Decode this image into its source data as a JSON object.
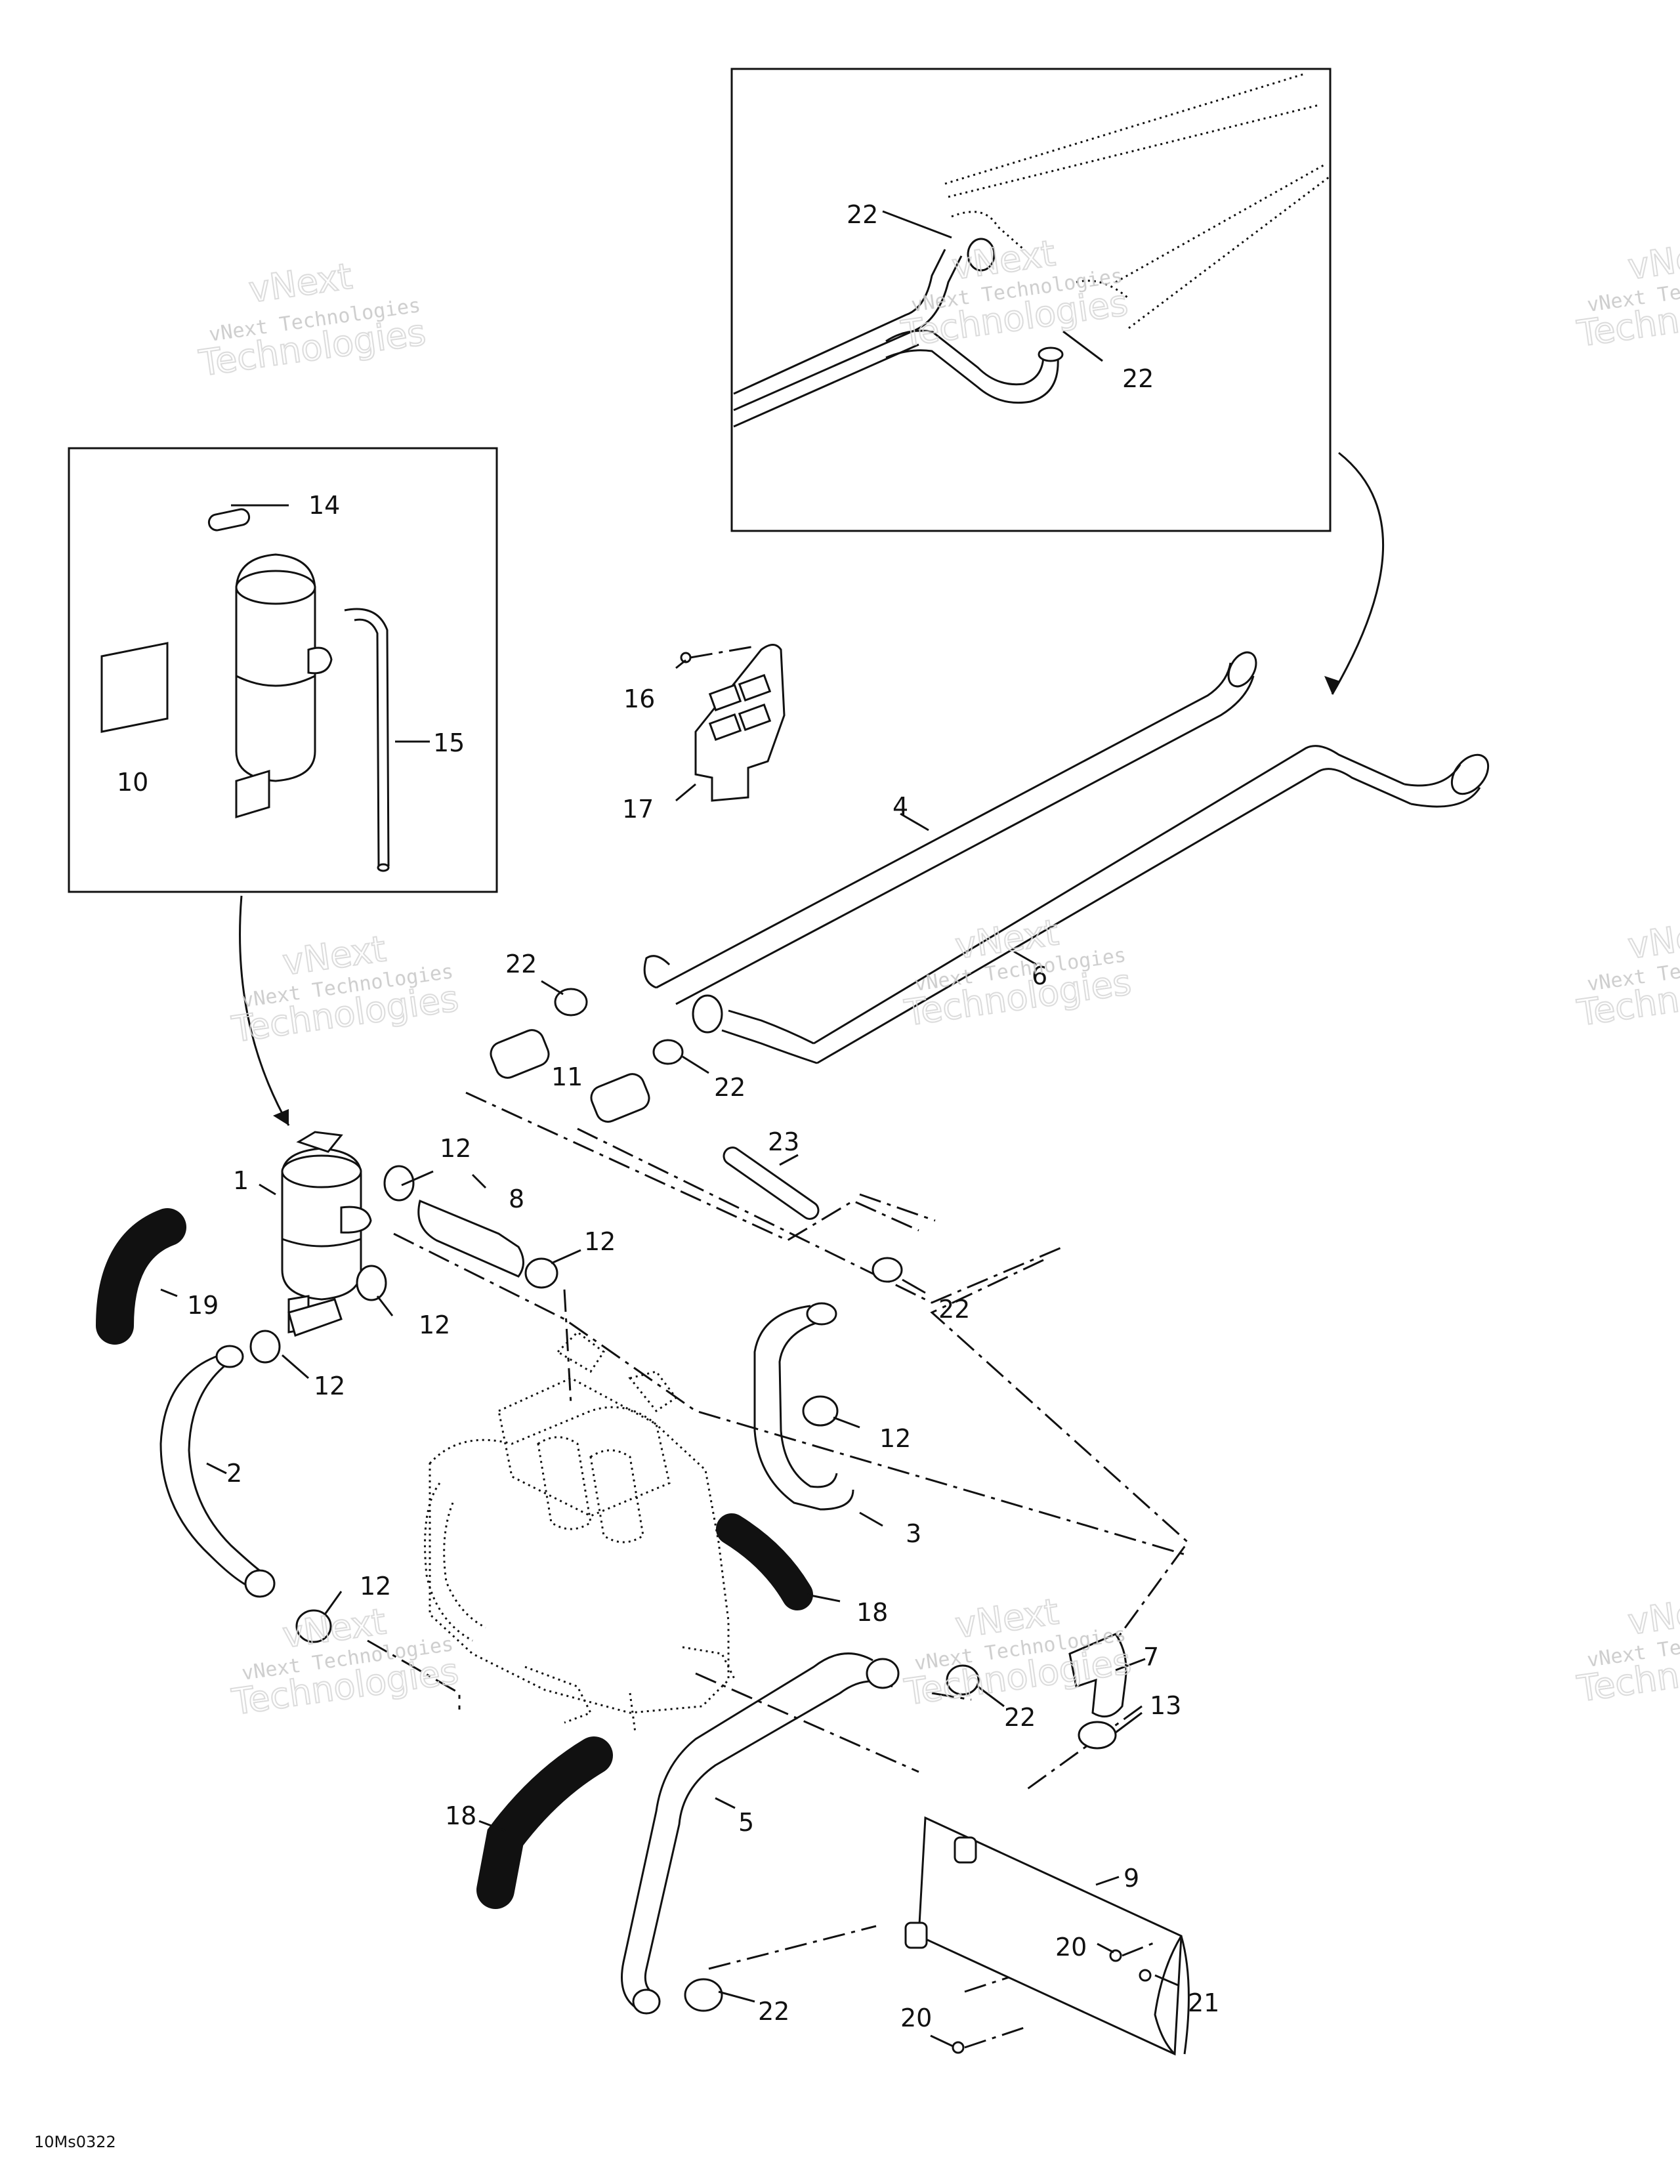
{
  "diagram": {
    "drawing_code": "10Ms0322",
    "watermark_text": "vNext Technologies",
    "watermark_big_top": "vNext",
    "watermark_big_bottom": "Technologies",
    "callouts": {
      "c1": "1",
      "c2": "2",
      "c3": "3",
      "c4": "4",
      "c5": "5",
      "c6": "6",
      "c7": "7",
      "c8": "8",
      "c9": "9",
      "c10": "10",
      "c11": "11",
      "c12a": "12",
      "c12b": "12",
      "c12c": "12",
      "c12d": "12",
      "c12e": "12",
      "c12f": "12",
      "c13": "13",
      "c14": "14",
      "c15": "15",
      "c16": "16",
      "c17": "17",
      "c18a": "18",
      "c18b": "18",
      "c19": "19",
      "c20a": "20",
      "c20b": "20",
      "c21": "21",
      "c22a": "22",
      "c22b": "22",
      "c22c": "22",
      "c22d": "22",
      "c22e": "22",
      "c22f": "22",
      "c22g": "22",
      "c23": "23"
    },
    "colors": {
      "line": "#111111",
      "watermark": "#c9c9c9",
      "background": "#ffffff"
    }
  }
}
